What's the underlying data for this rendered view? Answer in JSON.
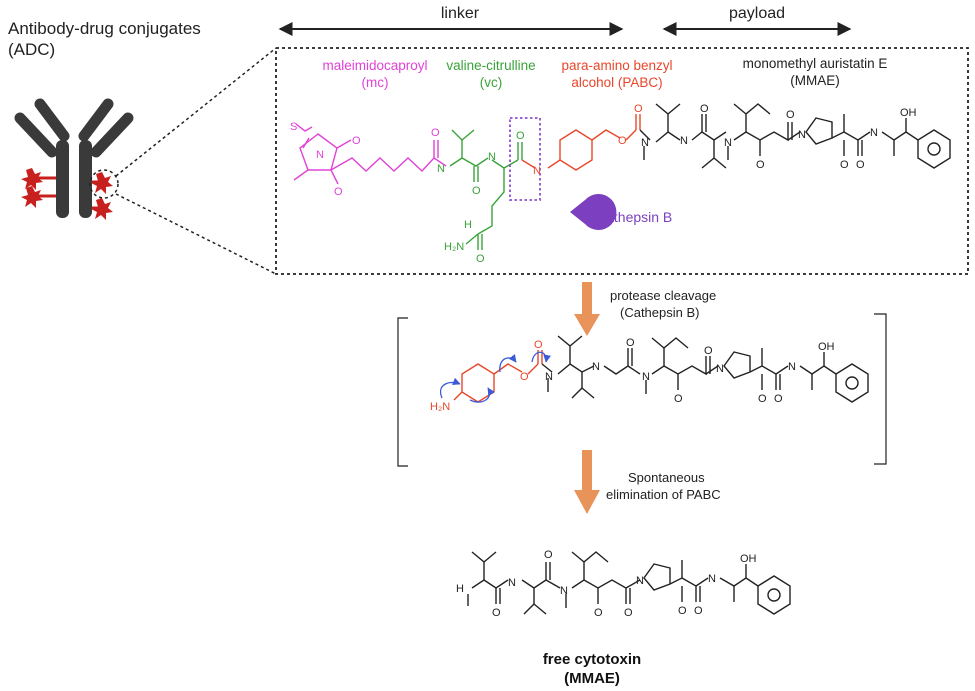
{
  "title": {
    "line1": "Antibody-drug conjugates",
    "line2": "(ADC)"
  },
  "headers": {
    "linker": "linker",
    "payload": "payload"
  },
  "components": {
    "mc": {
      "line1": "maleimidocaproyl",
      "line2": "(mc)",
      "color": "#e043d6"
    },
    "vc": {
      "line1": "valine-citrulline",
      "line2": "(vc)",
      "color": "#3aa23a"
    },
    "pabc": {
      "line1": "para-amino benzyl",
      "line2": "alcohol (PABC)",
      "color": "#e8472a"
    },
    "mmae": {
      "line1": "monomethyl auristatin E",
      "line2": "(MMAE)",
      "color": "#222222"
    }
  },
  "enzyme": {
    "label": "Cathepsin B",
    "color": "#7b3fbf"
  },
  "steps": {
    "step1": {
      "line1": "protease cleavage",
      "line2": "(Cathepsin B)"
    },
    "step2": {
      "line1": "Spontaneous",
      "line2": "elimination of PABC"
    }
  },
  "product": {
    "line1": "free cytotoxin",
    "line2": "(MMAE)"
  },
  "atoms": {
    "S": "S",
    "O": "O",
    "N": "N",
    "NH": "N",
    "HN": "H",
    "H2N": "H₂N",
    "OH": "OH",
    "NH2": "H₂N"
  },
  "colors": {
    "arrow": "#e8935a",
    "antibody": "#3a3a3a",
    "drug": "#c8201e",
    "mech": "#3b5bd6"
  }
}
